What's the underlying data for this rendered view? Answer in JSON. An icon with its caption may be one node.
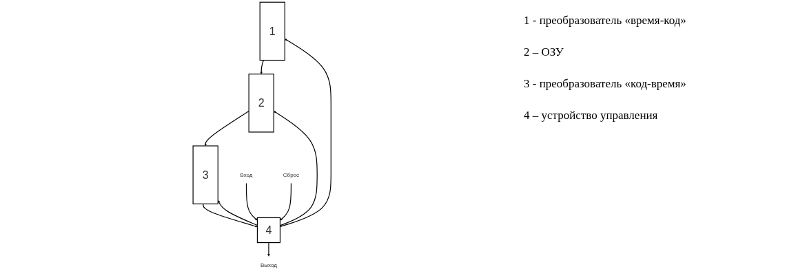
{
  "diagram": {
    "nodes": [
      {
        "text": [
          "1"
        ]
      },
      {
        "text": [
          "2"
        ]
      },
      {
        "text": [
          "3"
        ]
      },
      {
        "text": [
          "4"
        ]
      },
      {
        "text": [
          "Вход"
        ]
      },
      {
        "text": [
          "Выход"
        ]
      },
      {
        "text": [
          "Сброс"
        ]
      }
    ],
    "edges": [
      {
        "from": 0,
        "to": 1,
        "arrow": "to"
      },
      {
        "from": 1,
        "to": 2,
        "arrow": "to"
      },
      {
        "from": 3,
        "to": 0,
        "arrow": "to"
      },
      {
        "from": 3,
        "to": 1,
        "arrow": "to"
      },
      {
        "from": 2,
        "to": 3,
        "arrow": "to"
      },
      {
        "from": 3,
        "to": 2,
        "arrow": "to"
      },
      {
        "from": 4,
        "to": 3,
        "arrow": "to"
      },
      {
        "from": 3,
        "to": 5,
        "arrow": "to"
      },
      {
        "from": 6,
        "to": 3,
        "arrow": "to"
      }
    ],
    "labels": [
      "1 - преобразователь «время-код»",
      "2 – ОЗУ",
      "3 - преобразователь «код-время»",
      "4 – устройство управления"
    ]
  }
}
